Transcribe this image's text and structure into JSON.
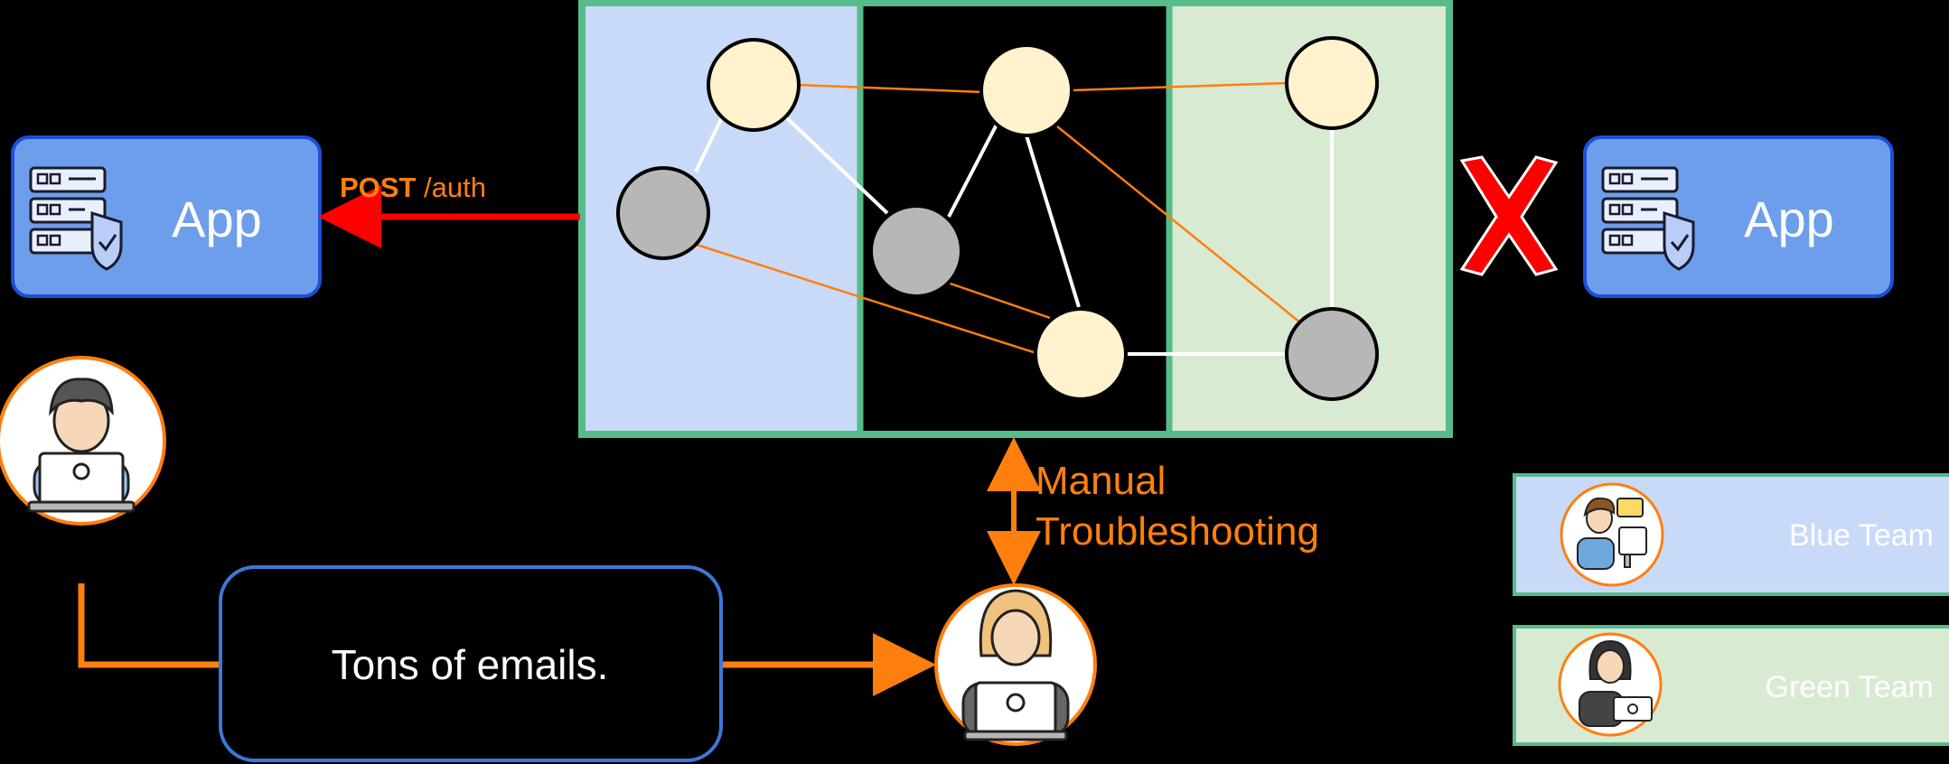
{
  "apps": [
    {
      "label": "App",
      "icon": "server-shield-icon"
    },
    {
      "label": "App",
      "icon": "server-shield-icon"
    }
  ],
  "request": {
    "method": "POST",
    "path": " /auth"
  },
  "manual": {
    "line1": "Manual",
    "line2": "Troubleshooting"
  },
  "emails": {
    "label": "Tons of emails."
  },
  "teams": [
    {
      "label": "Blue Team",
      "icon": "developer-avatar-icon"
    },
    {
      "label": "Green Team",
      "icon": "woman-laptop-avatar-icon"
    }
  ],
  "status": {
    "icon": "red-x-icon"
  },
  "colors": {
    "background": "#000000",
    "app_fill": "#6d9eeb",
    "app_border": "#1c4fd8",
    "blue_zone": "#c9daf8",
    "green_zone": "#d9ead3",
    "zone_border": "#57bb8a",
    "accent_orange": "#ff7f0e",
    "request_red": "#ff0000",
    "node_yellow": "#fff2cc",
    "node_gray": "#b7b7b7"
  }
}
